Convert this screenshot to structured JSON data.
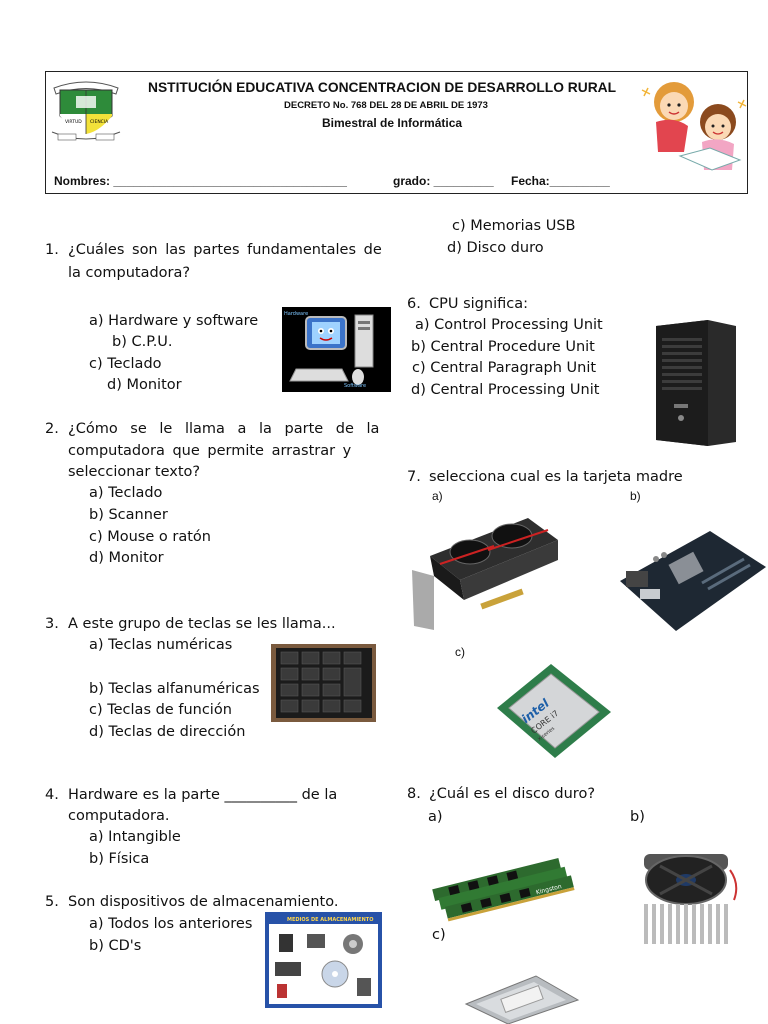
{
  "header": {
    "institution": "NSTITUCIÓN EDUCATIVA CONCENTRACION DE DESARROLLO RURAL",
    "decree": "DECRETO No. 768 DEL 28 DE ABRIL DE 1973",
    "subject": "Bimestral de Informática",
    "names_label": "Nombres: ___________________________________",
    "grade_label": "grado: _________",
    "date_label": "Fecha:_________",
    "seal_texts": [
      "VIRTUD",
      "CIENCIA"
    ]
  },
  "q1": {
    "num": "1.",
    "line1": "¿Cuáles son las partes fundamentales de",
    "line2": "la computadora?",
    "a": "a) Hardware y software",
    "b": "b) C.P.U.",
    "c": "c) Teclado",
    "d": "d) Monitor"
  },
  "q2": {
    "num": "2.",
    "line1": "¿Cómo se le llama a la parte de la",
    "line2": "computadora que permite arrastrar y",
    "line3": "seleccionar texto?",
    "a": "a) Teclado",
    "b": "b) Scanner",
    "c": "c) Mouse o ratón",
    "d": "d) Monitor"
  },
  "q3": {
    "num": "3.",
    "line1": "A este grupo de teclas se les llama...",
    "a": "a) Teclas numéricas",
    "b": "b) Teclas alfanuméricas",
    "c": "c) Teclas de función",
    "d": "d) Teclas de dirección"
  },
  "q4": {
    "num": "4.",
    "line1": "Hardware es la parte __________ de la",
    "line2": "computadora.",
    "a": "a) Intangible",
    "b": "b) Física"
  },
  "q5": {
    "num": "5.",
    "line1": "Son dispositivos de almacenamiento.",
    "a": "a) Todos los anteriores",
    "b": "b) CD's",
    "c": "c) Memorias USB",
    "d": "d) Disco duro",
    "image_title": "MEDIOS DE ALMACENAMIENTO"
  },
  "q6": {
    "num": "6.",
    "line1": "CPU significa:",
    "a": "a) Control Processing Unit",
    "b": "b) Central Procedure Unit",
    "c": "c) Central Paragraph Unit",
    "d": "d) Central Processing Unit"
  },
  "q7": {
    "num": "7.",
    "line1": "selecciona cual es la tarjeta madre",
    "a": "a)",
    "b": "b)",
    "c": "c)"
  },
  "q8": {
    "num": "8.",
    "line1": "¿Cuál es el disco duro?",
    "a": "a)",
    "b": "b)",
    "c": "c)"
  },
  "images": {
    "computer_labels": [
      "Hardware",
      "Software"
    ],
    "cpu_brand": "intel",
    "cpu_model": "CORE i7",
    "cpu_series": "X-series",
    "ram_brand": "Kingston"
  }
}
